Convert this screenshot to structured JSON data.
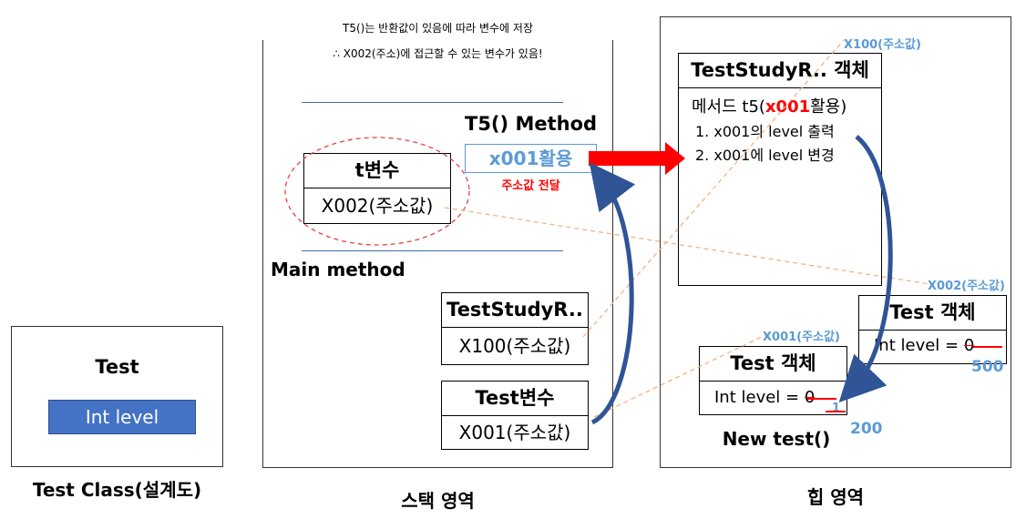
{
  "class_panel": {
    "title": "Test",
    "field": "Int level",
    "caption": "Test Class(설계도)"
  },
  "stack": {
    "caption": "스택 영역",
    "note_line1": "T5()는 반환값이 있음에 따라 변수에 저장",
    "note_line2": "∴ X002(주소)에 접근할 수 있는 변수가 있음!",
    "t5_label": "T5() Method",
    "t5_value": "x001활용",
    "t5_sub": "주소값 전달",
    "t_var": {
      "name": "t변수",
      "value": "X002(주소값)"
    },
    "main_label": "Main method",
    "tsr_var": {
      "name": "TestStudyR..",
      "value": "X100(주소값)"
    },
    "test_var": {
      "name": "Test변수",
      "value": "X001(주소값)"
    }
  },
  "heap": {
    "caption": "힙 영역",
    "tsr_obj": {
      "addr": "X100(주소값)",
      "title": "TestStudyR.. 객체",
      "method_prefix": "메서드 t5(",
      "method_highlight": "x001",
      "method_suffix": "활용)",
      "step1": "1. x001의 level 출력",
      "step2": "2. x001에 level 변경"
    },
    "test_obj_x002": {
      "addr": "X002(주소값)",
      "title": "Test 객체",
      "field_label": "Int level  = ",
      "old_value": "0",
      "new_value": "500"
    },
    "test_obj_x001": {
      "addr": "X001(주소값)",
      "title": "Test 객체",
      "field_label": "Int level  = ",
      "old_value": "0",
      "mid_value": "1",
      "new_value": "200",
      "constructor": "New test()"
    }
  },
  "colors": {
    "accent_blue": "#5b9bd5",
    "fill_blue": "#4472c4",
    "arrow_red": "#ff0000",
    "dashed_orange": "#f4b183",
    "curve_blue": "#2f5597"
  }
}
